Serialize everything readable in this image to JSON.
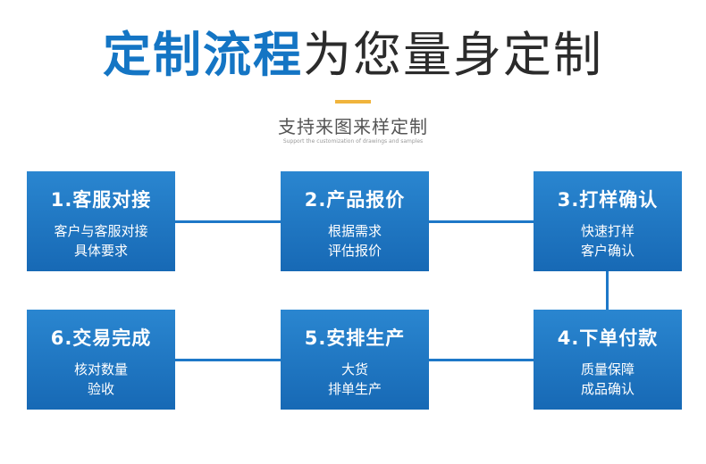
{
  "header": {
    "title_bold": "定制流程",
    "title_light": "为您量身定制",
    "subtitle": "支持来图来样定制",
    "subtitle_en": "Support the customization of drawings and samples"
  },
  "steps": [
    {
      "title": "1.客服对接",
      "lines": [
        "客户与客服对接",
        "具体要求"
      ]
    },
    {
      "title": "2.产品报价",
      "lines": [
        "根据需求",
        "评估报价"
      ]
    },
    {
      "title": "3.打样确认",
      "lines": [
        "快速打样",
        "客户确认"
      ]
    },
    {
      "title": "4.下单付款",
      "lines": [
        "质量保障",
        "成品确认"
      ]
    },
    {
      "title": "5.安排生产",
      "lines": [
        "大货",
        "排单生产"
      ]
    },
    {
      "title": "6.交易完成",
      "lines": [
        "核对数量",
        "验收"
      ]
    }
  ],
  "colors": {
    "title_accent": "#1475c4",
    "box_blue": "#1e78c8",
    "underline_gold": "#f0b43c"
  }
}
